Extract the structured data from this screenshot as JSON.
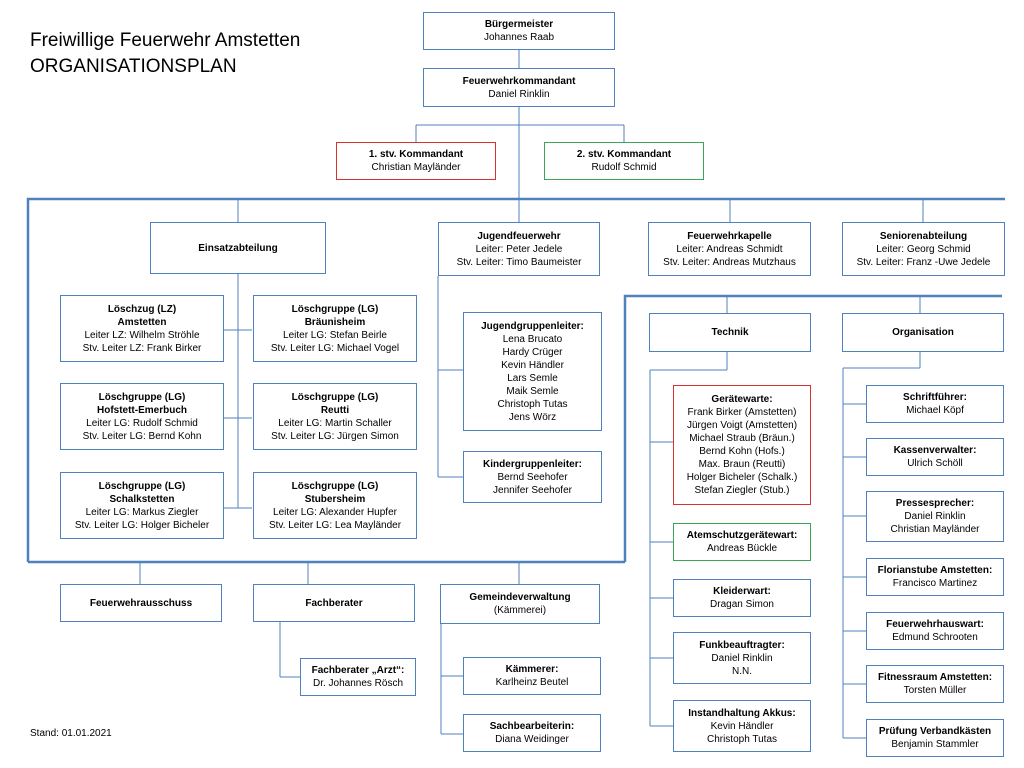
{
  "header": {
    "org_name": "Freiwillige Feuerwehr Amstetten",
    "doc_title": "ORGANISATIONSPLAN"
  },
  "footer": {
    "stand": "Stand: 01.01.2021"
  },
  "boxes": {
    "buergermeister": {
      "title": "Bürgermeister",
      "lines": [
        "Johannes Raab"
      ]
    },
    "kommandant": {
      "title": "Feuerwehrkommandant",
      "lines": [
        "Daniel Rinklin"
      ]
    },
    "stv1": {
      "title": "1. stv. Kommandant",
      "lines": [
        "Christian Mayländer"
      ]
    },
    "stv2": {
      "title": "2. stv. Kommandant",
      "lines": [
        "Rudolf Schmid"
      ]
    },
    "einsatz": {
      "title": "Einsatzabteilung",
      "lines": []
    },
    "jugend": {
      "title": "Jugendfeuerwehr",
      "lines": [
        "Leiter: Peter Jedele",
        "Stv. Leiter: Timo Baumeister"
      ]
    },
    "kapelle": {
      "title": "Feuerwehrkapelle",
      "lines": [
        "Leiter: Andreas Schmidt",
        "Stv. Leiter: Andreas Mutzhaus"
      ]
    },
    "senioren": {
      "title": "Seniorenabteilung",
      "lines": [
        "Leiter: Georg Schmid",
        "Stv. Leiter: Franz -Uwe Jedele"
      ]
    },
    "lz_amstetten": {
      "title": "Löschzug (LZ)\nAmstetten",
      "lines": [
        "Leiter LZ: Wilhelm Ströhle",
        "Stv. Leiter LZ: Frank Birker"
      ]
    },
    "lg_braeunisheim": {
      "title": "Löschgruppe (LG)\nBräunisheim",
      "lines": [
        "Leiter LG: Stefan Beirle",
        "Stv. Leiter LG: Michael Vogel"
      ]
    },
    "lg_hofstett": {
      "title": "Löschgruppe (LG)\nHofstett-Emerbuch",
      "lines": [
        "Leiter LG: Rudolf Schmid",
        "Stv. Leiter LG: Bernd Kohn"
      ]
    },
    "lg_reutti": {
      "title": "Löschgruppe (LG)\nReutti",
      "lines": [
        "Leiter LG: Martin Schaller",
        "Stv. Leiter LG: Jürgen Simon"
      ]
    },
    "lg_schalkstetten": {
      "title": "Löschgruppe (LG)\nSchalkstetten",
      "lines": [
        "Leiter LG: Markus Ziegler",
        "Stv. Leiter LG: Holger Bicheler"
      ]
    },
    "lg_stubersheim": {
      "title": "Löschgruppe (LG)\nStubersheim",
      "lines": [
        "Leiter LG: Alexander Hupfer",
        "Stv. Leiter LG: Lea Mayländer"
      ]
    },
    "jugendgruppenleiter": {
      "title": "Jugendgruppenleiter:",
      "lines": [
        "Lena Brucato",
        "Hardy Crüger",
        "Kevin Händler",
        "Lars Semle",
        "Maik Semle",
        "Christoph Tutas",
        "Jens Wörz"
      ]
    },
    "kindergruppenleiter": {
      "title": "Kindergruppenleiter:",
      "lines": [
        "Bernd Seehofer",
        "Jennifer Seehofer"
      ]
    },
    "technik": {
      "title": "Technik",
      "lines": []
    },
    "organisation": {
      "title": "Organisation",
      "lines": []
    },
    "geraetewarte": {
      "title": "Gerätewarte:",
      "lines": [
        "Frank Birker (Amstetten)",
        "Jürgen Voigt (Amstetten)",
        "Michael Straub (Bräun.)",
        "Bernd Kohn (Hofs.)",
        "Max. Braun (Reutti)",
        "Holger Bicheler (Schalk.)",
        "Stefan Ziegler (Stub.)"
      ]
    },
    "atemschutz": {
      "title": "Atemschutzgerätewart:",
      "lines": [
        "Andreas Bückle"
      ]
    },
    "kleiderwart": {
      "title": "Kleiderwart:",
      "lines": [
        "Dragan Simon"
      ]
    },
    "funk": {
      "title": "Funkbeauftragter:",
      "lines": [
        "Daniel Rinklin",
        "N.N."
      ]
    },
    "akkus": {
      "title": "Instandhaltung Akkus:",
      "lines": [
        "Kevin Händler",
        "Christoph Tutas"
      ]
    },
    "schriftfuehrer": {
      "title": "Schriftführer:",
      "lines": [
        "Michael Köpf"
      ]
    },
    "kassenverwalter": {
      "title": "Kassenverwalter:",
      "lines": [
        "Ulrich Schöll"
      ]
    },
    "pressesprecher": {
      "title": "Pressesprecher:",
      "lines": [
        "Daniel Rinklin",
        "Christian Mayländer"
      ]
    },
    "florianstube": {
      "title": "Florianstube Amstetten:",
      "lines": [
        "Francisco Martinez"
      ]
    },
    "hauswart": {
      "title": "Feuerwehrhauswart:",
      "lines": [
        "Edmund Schrooten"
      ]
    },
    "fitness": {
      "title": "Fitnessraum Amstetten:",
      "lines": [
        "Torsten Müller"
      ]
    },
    "verbandkaesten": {
      "title": "Prüfung Verbandkästen",
      "lines": [
        "Benjamin Stammler"
      ]
    },
    "ausschuss": {
      "title": "Feuerwehrausschuss",
      "lines": []
    },
    "fachberater": {
      "title": "Fachberater",
      "lines": []
    },
    "arzt": {
      "title": "Fachberater „Arzt“:",
      "lines": [
        "Dr. Johannes Rösch"
      ]
    },
    "gemeinde": {
      "title": "Gemeindeverwaltung",
      "lines": [
        "(Kämmerei)"
      ]
    },
    "kaemmerer": {
      "title": "Kämmerer:",
      "lines": [
        "Karlheinz Beutel"
      ]
    },
    "sachbearbeiterin": {
      "title": "Sachbearbeiterin:",
      "lines": [
        "Diana Weidinger"
      ]
    }
  },
  "colors": {
    "box_border": "#4f81bd",
    "connector": "#4f81bd",
    "highlight_red": "#d93030",
    "highlight_green": "#3aa655"
  }
}
